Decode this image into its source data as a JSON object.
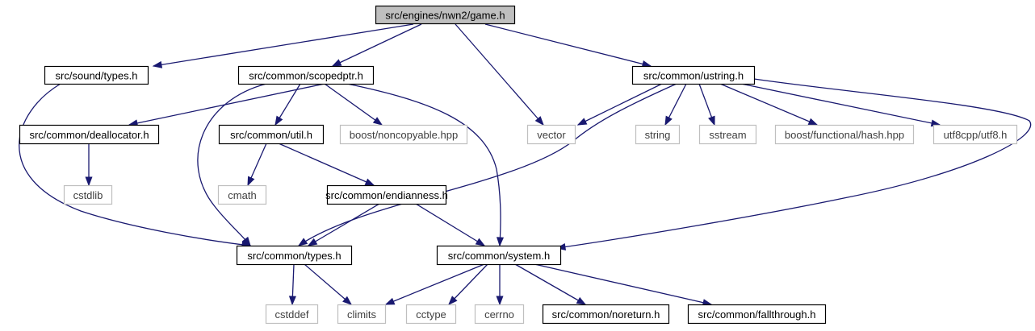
{
  "graph": {
    "edge_color": "#191970",
    "nodes": {
      "game": {
        "label": "src/engines/nwn2/game.h",
        "kind": "root"
      },
      "soundtypes": {
        "label": "src/sound/types.h",
        "kind": "doc"
      },
      "scopedptr": {
        "label": "src/common/scopedptr.h",
        "kind": "doc"
      },
      "vector": {
        "label": "vector",
        "kind": "ext"
      },
      "ustring": {
        "label": "src/common/ustring.h",
        "kind": "doc"
      },
      "deallocator": {
        "label": "src/common/deallocator.h",
        "kind": "doc"
      },
      "util": {
        "label": "src/common/util.h",
        "kind": "doc"
      },
      "noncopyable": {
        "label": "boost/noncopyable.hpp",
        "kind": "ext"
      },
      "string": {
        "label": "string",
        "kind": "ext"
      },
      "sstream": {
        "label": "sstream",
        "kind": "ext"
      },
      "hash": {
        "label": "boost/functional/hash.hpp",
        "kind": "ext"
      },
      "utf8": {
        "label": "utf8cpp/utf8.h",
        "kind": "ext"
      },
      "cstdlib": {
        "label": "cstdlib",
        "kind": "ext"
      },
      "cmath": {
        "label": "cmath",
        "kind": "ext"
      },
      "endianness": {
        "label": "src/common/endianness.h",
        "kind": "doc"
      },
      "types": {
        "label": "src/common/types.h",
        "kind": "doc"
      },
      "system": {
        "label": "src/common/system.h",
        "kind": "doc"
      },
      "cstddef": {
        "label": "cstddef",
        "kind": "ext"
      },
      "climits": {
        "label": "climits",
        "kind": "ext"
      },
      "cctype": {
        "label": "cctype",
        "kind": "ext"
      },
      "cerrno": {
        "label": "cerrno",
        "kind": "ext"
      },
      "noreturn": {
        "label": "src/common/noreturn.h",
        "kind": "doc"
      },
      "fallthrough": {
        "label": "src/common/fallthrough.h",
        "kind": "doc"
      }
    },
    "edges": [
      [
        "game",
        "soundtypes"
      ],
      [
        "game",
        "scopedptr"
      ],
      [
        "game",
        "vector"
      ],
      [
        "game",
        "ustring"
      ],
      [
        "soundtypes",
        "types"
      ],
      [
        "scopedptr",
        "deallocator"
      ],
      [
        "scopedptr",
        "util"
      ],
      [
        "scopedptr",
        "noncopyable"
      ],
      [
        "scopedptr",
        "types"
      ],
      [
        "scopedptr",
        "system"
      ],
      [
        "deallocator",
        "cstdlib"
      ],
      [
        "util",
        "cmath"
      ],
      [
        "util",
        "endianness"
      ],
      [
        "endianness",
        "types"
      ],
      [
        "endianness",
        "system"
      ],
      [
        "ustring",
        "vector"
      ],
      [
        "ustring",
        "string"
      ],
      [
        "ustring",
        "sstream"
      ],
      [
        "ustring",
        "hash"
      ],
      [
        "ustring",
        "utf8"
      ],
      [
        "ustring",
        "types"
      ],
      [
        "ustring",
        "system"
      ],
      [
        "types",
        "cstddef"
      ],
      [
        "types",
        "climits"
      ],
      [
        "system",
        "climits"
      ],
      [
        "system",
        "cctype"
      ],
      [
        "system",
        "cerrno"
      ],
      [
        "system",
        "noreturn"
      ],
      [
        "system",
        "fallthrough"
      ]
    ]
  }
}
